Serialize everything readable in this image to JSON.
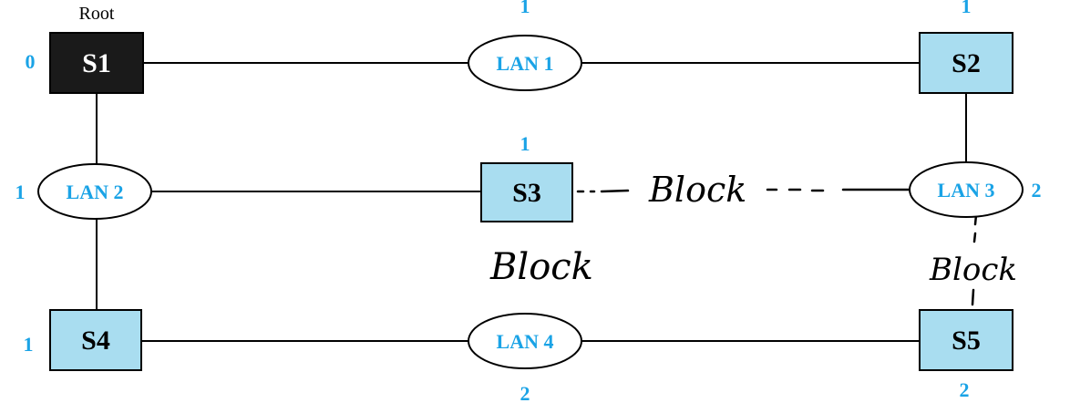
{
  "colors": {
    "switch_fill": "#a9ddf0",
    "root_fill": "#1a1a1a",
    "cost_text": "#1aa3e6",
    "line": "#000000"
  },
  "root_label": "Root",
  "switches": {
    "s1": {
      "label": "S1",
      "cost": "0"
    },
    "s2": {
      "label": "S2",
      "cost": "1"
    },
    "s3": {
      "label": "S3",
      "cost": "1"
    },
    "s4": {
      "label": "S4",
      "cost": "1"
    },
    "s5": {
      "label": "S5",
      "cost": "2"
    }
  },
  "lans": {
    "lan1": {
      "label": "LAN 1",
      "cost": "1"
    },
    "lan2": {
      "label": "LAN 2",
      "cost": "1"
    },
    "lan3": {
      "label": "LAN 3",
      "cost": "2"
    },
    "lan4": {
      "label": "LAN 4",
      "cost": "2"
    }
  },
  "annotations": {
    "block_top": "Block",
    "block_s3": "Block",
    "block_s5": "Block"
  }
}
